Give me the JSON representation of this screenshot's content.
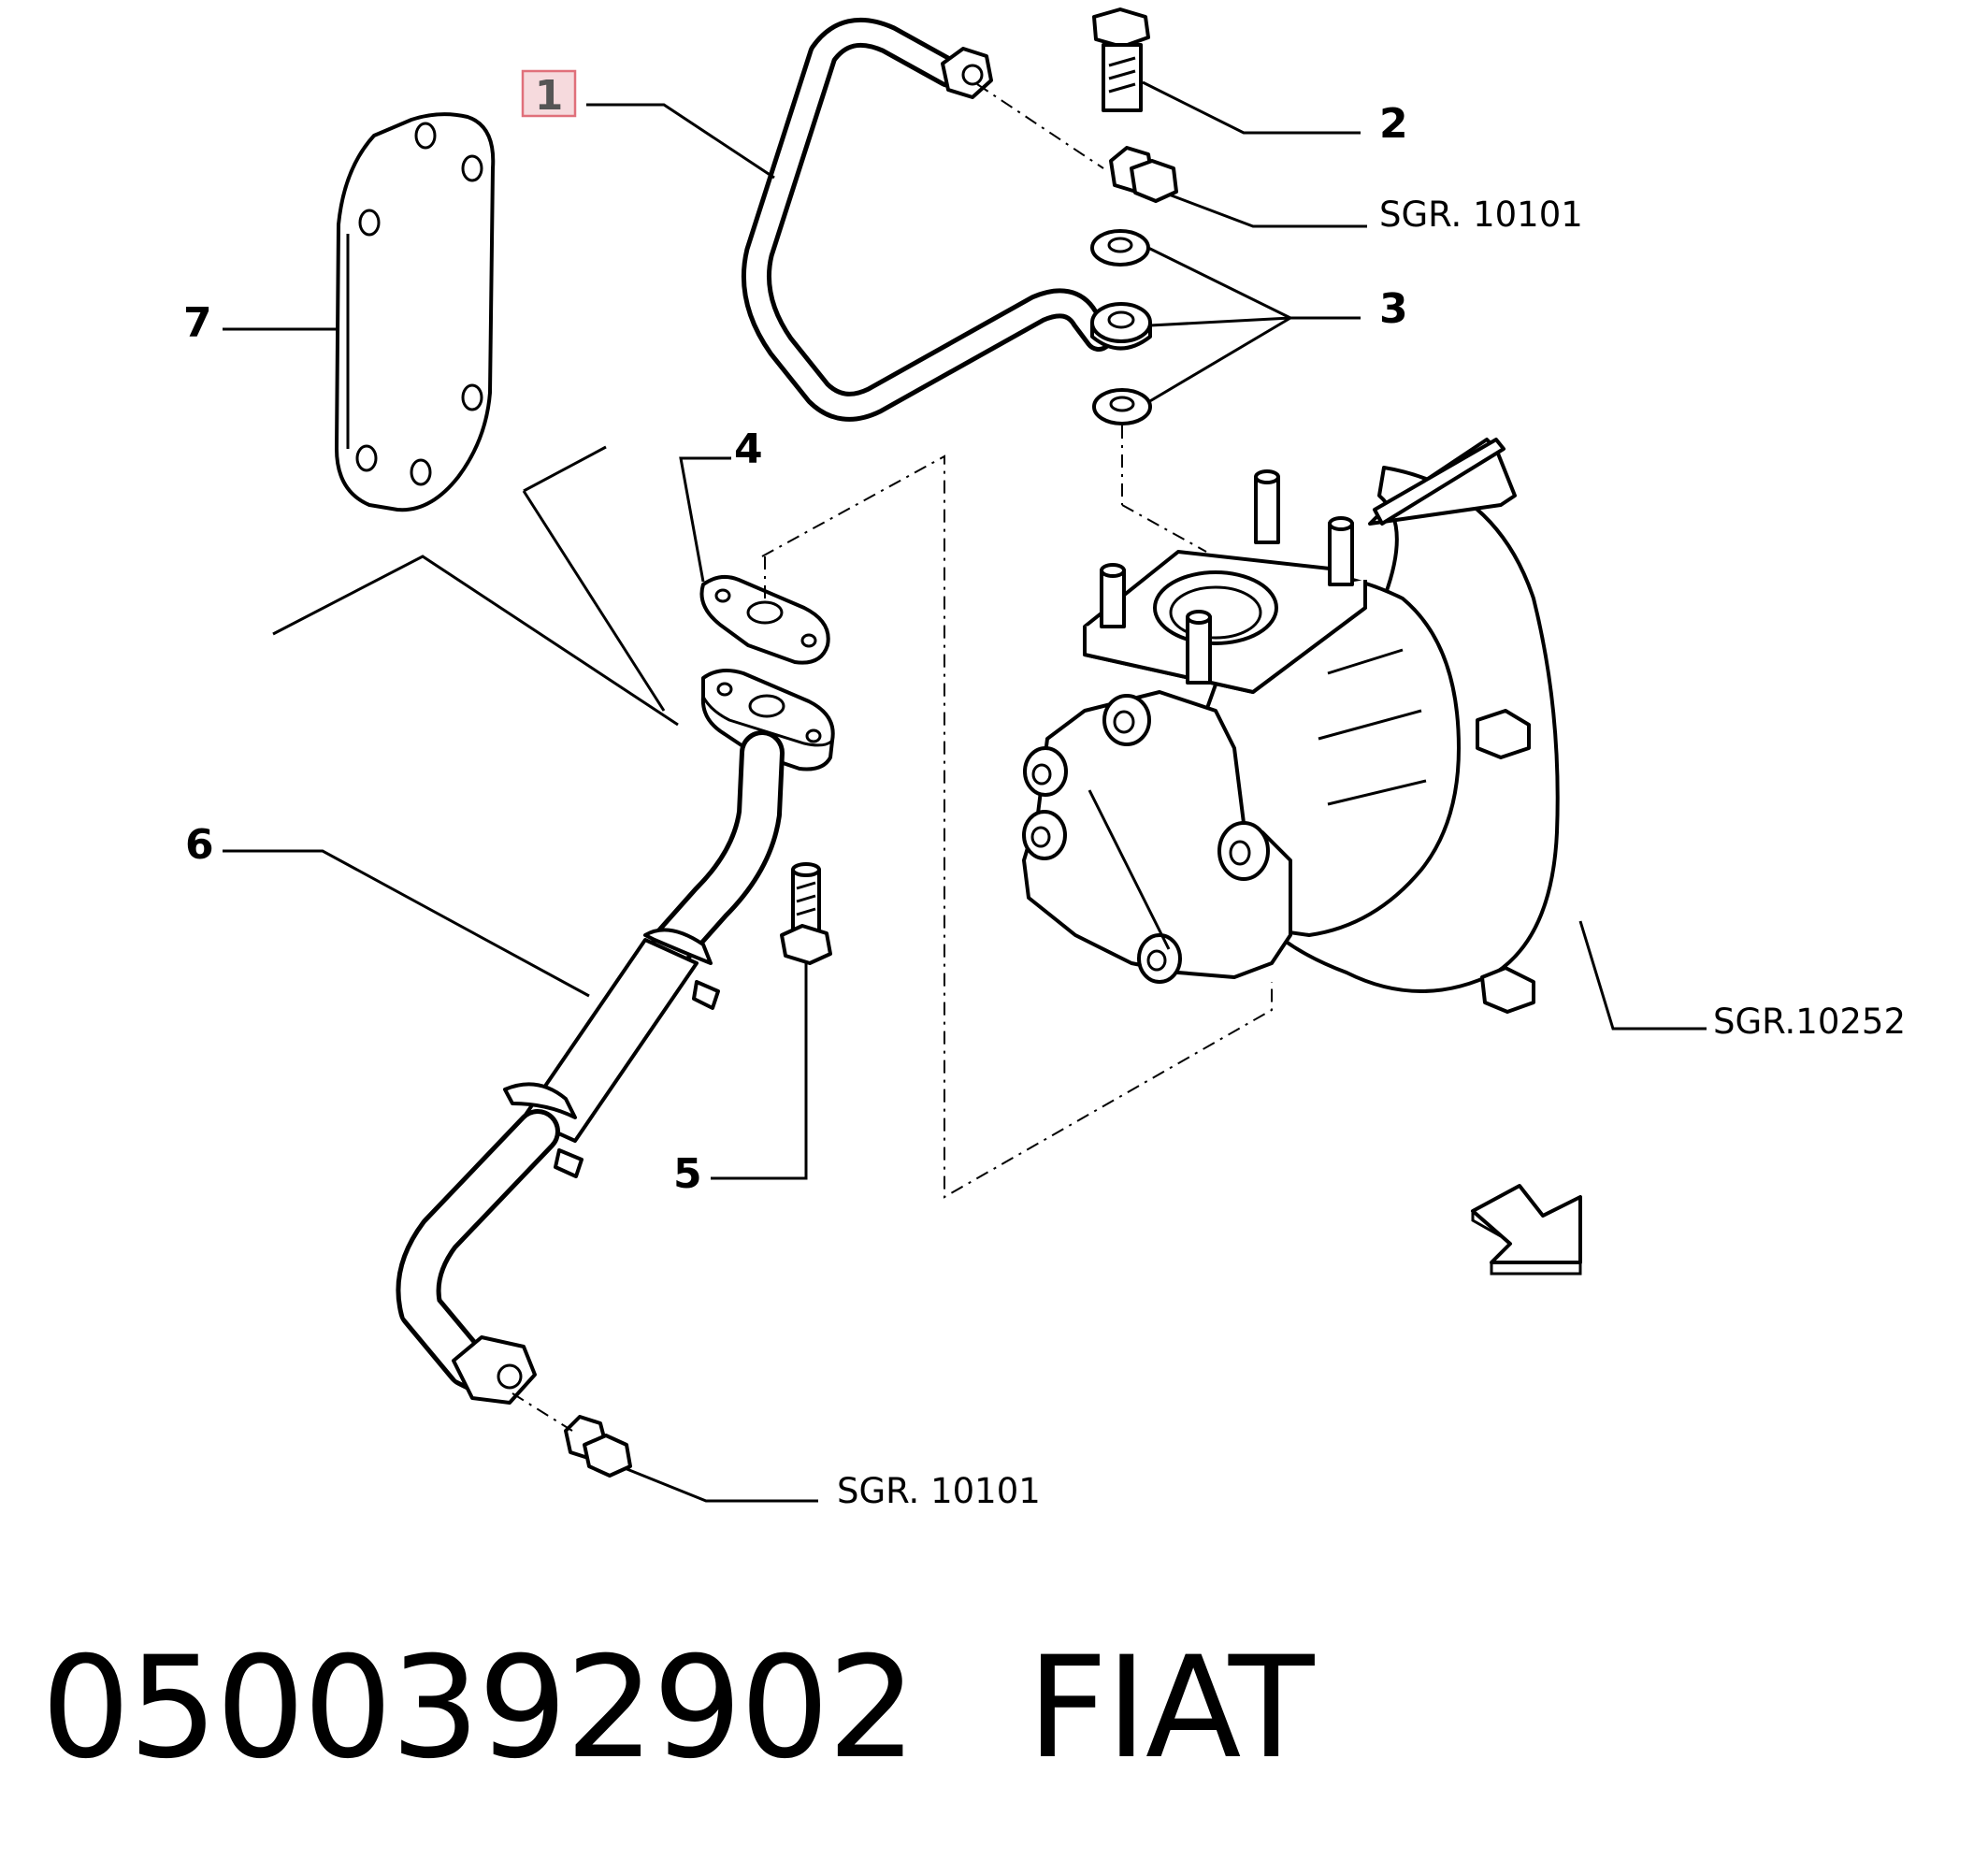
{
  "callouts": {
    "c1": "1",
    "c2": "2",
    "c3": "3",
    "c4": "4",
    "c5": "5",
    "c6": "6",
    "c7": "7"
  },
  "refs": {
    "ref_upper": "SGR. 10101",
    "ref_turbo": "SGR.10252",
    "ref_lower": "SGR. 10101"
  },
  "footer": {
    "part_number": "0500392902",
    "brand": "FIAT"
  },
  "colors": {
    "highlight_border": "#e0707a",
    "highlight_fill": "#f6dadd"
  }
}
